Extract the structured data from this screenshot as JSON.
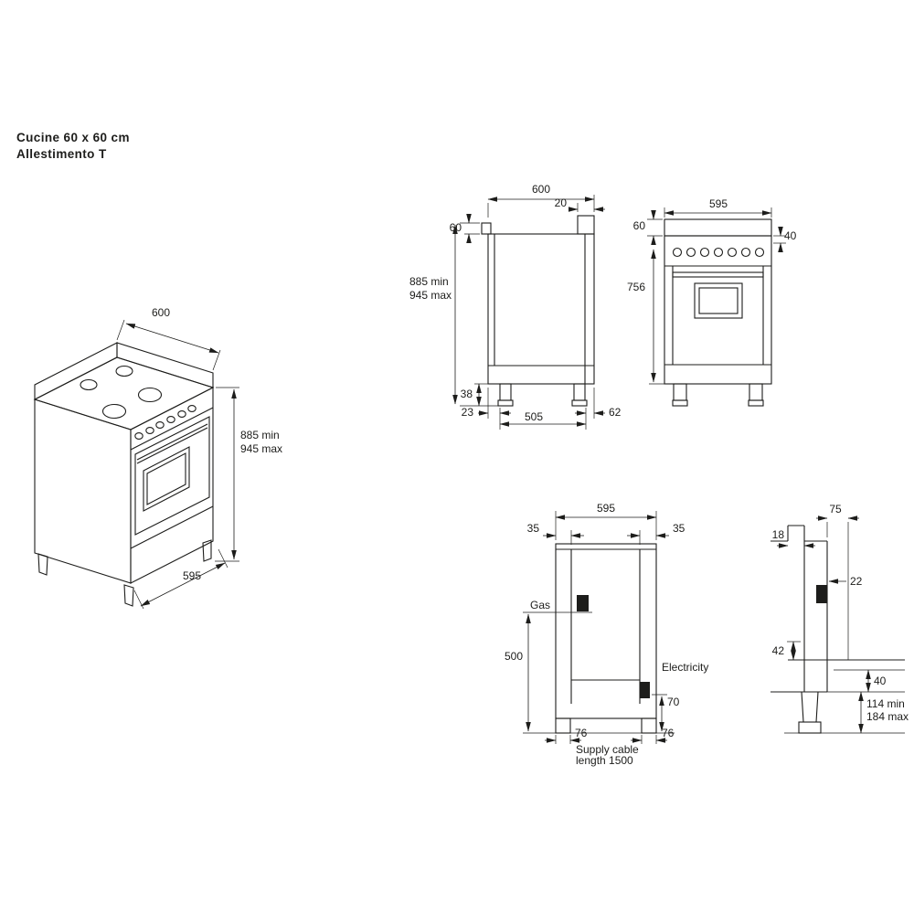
{
  "page": {
    "title_line1": "Cucine 60 x 60 cm",
    "title_line2": "Allestimento T"
  },
  "colors": {
    "line": "#1d1d1b",
    "background": "#ffffff"
  },
  "isometric": {
    "width_label": "600",
    "height_min": "885 min",
    "height_max": "945 max",
    "depth_label": "595"
  },
  "side_view": {
    "depth": "600",
    "splash_depth": "20",
    "rim_height": "60",
    "height_min": "885 min",
    "height_max": "945 max",
    "foot_height": "38",
    "front_foot_inset": "23",
    "foot_span": "505",
    "rear_foot_inset": "62"
  },
  "front_view": {
    "width": "595",
    "splash_height": "60",
    "trim_height": "40",
    "body_height": "756"
  },
  "rear_view": {
    "width": "595",
    "left_inset": "35",
    "right_inset": "35",
    "gas_label": "Gas",
    "gas_height": "500",
    "electricity_label": "Electricity",
    "electricity_height": "70",
    "foot_width_left": "76",
    "foot_width_right": "76",
    "cable_line1": "Supply cable",
    "cable_line2": "length 1500"
  },
  "detail_view": {
    "rear_clearance": "75",
    "splash_thickness": "18",
    "gas_offset": "22",
    "cable_offset": "42",
    "terminal_height": "40",
    "clearance_min": "114 min",
    "clearance_max": "184 max"
  }
}
